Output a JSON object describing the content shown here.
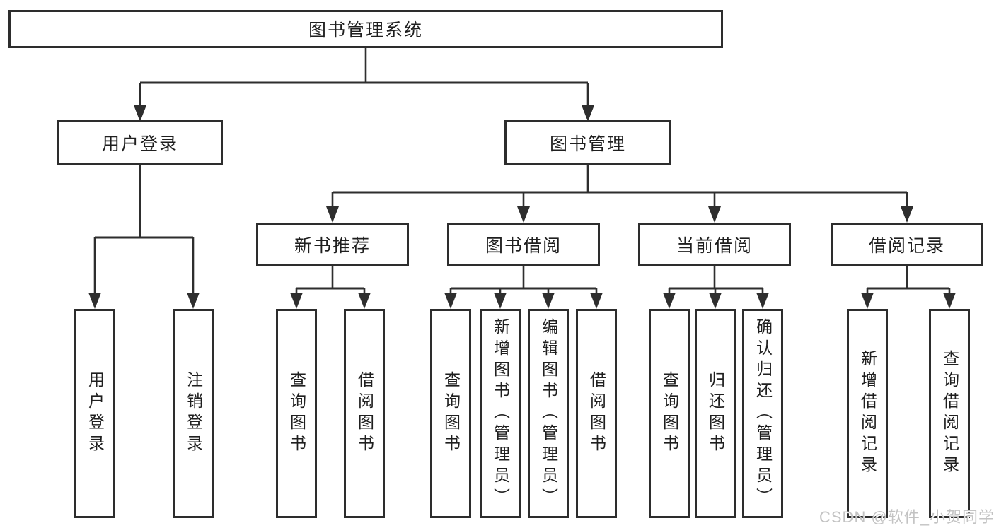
{
  "tree": {
    "root": {
      "label": "图书管理系统",
      "children": [
        {
          "label": "用户登录",
          "children": [
            {
              "label": "用户登录"
            },
            {
              "label": "注销登录"
            }
          ]
        },
        {
          "label": "图书管理",
          "children": [
            {
              "label": "新书推荐",
              "children": [
                {
                  "label": "查询图书"
                },
                {
                  "label": "借阅图书"
                }
              ]
            },
            {
              "label": "图书借阅",
              "children": [
                {
                  "label": "查询图书"
                },
                {
                  "label": "新增图书（管理员）"
                },
                {
                  "label": "编辑图书（管理员）"
                },
                {
                  "label": "借阅图书"
                }
              ]
            },
            {
              "label": "当前借阅",
              "children": [
                {
                  "label": "查询图书"
                },
                {
                  "label": "归还图书"
                },
                {
                  "label": "确认归还（管理员）"
                }
              ]
            },
            {
              "label": "借阅记录",
              "children": [
                {
                  "label": "新增借阅记录"
                },
                {
                  "label": "查询借阅记录"
                }
              ]
            }
          ]
        }
      ]
    }
  },
  "watermark": {
    "text": "CSDN @软件_小贺同学"
  },
  "colors": {
    "line": "#2e2e2e",
    "box_border": "#2d2d2d",
    "text": "#1f1f1f",
    "watermark": "#c3c3c3"
  }
}
